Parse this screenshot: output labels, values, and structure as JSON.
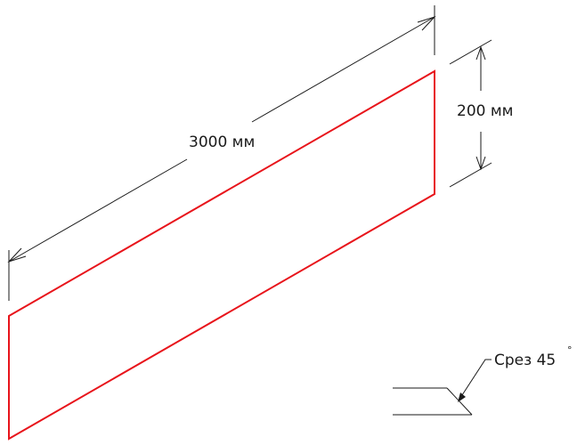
{
  "panel": {
    "outline_color": "#e8141b"
  },
  "dimensions": {
    "length_label": "3000 мм",
    "height_label": "200 мм",
    "line_color": "#1a1a1a"
  },
  "cut_detail": {
    "label": "Срез 45",
    "degree_symbol": "°"
  }
}
